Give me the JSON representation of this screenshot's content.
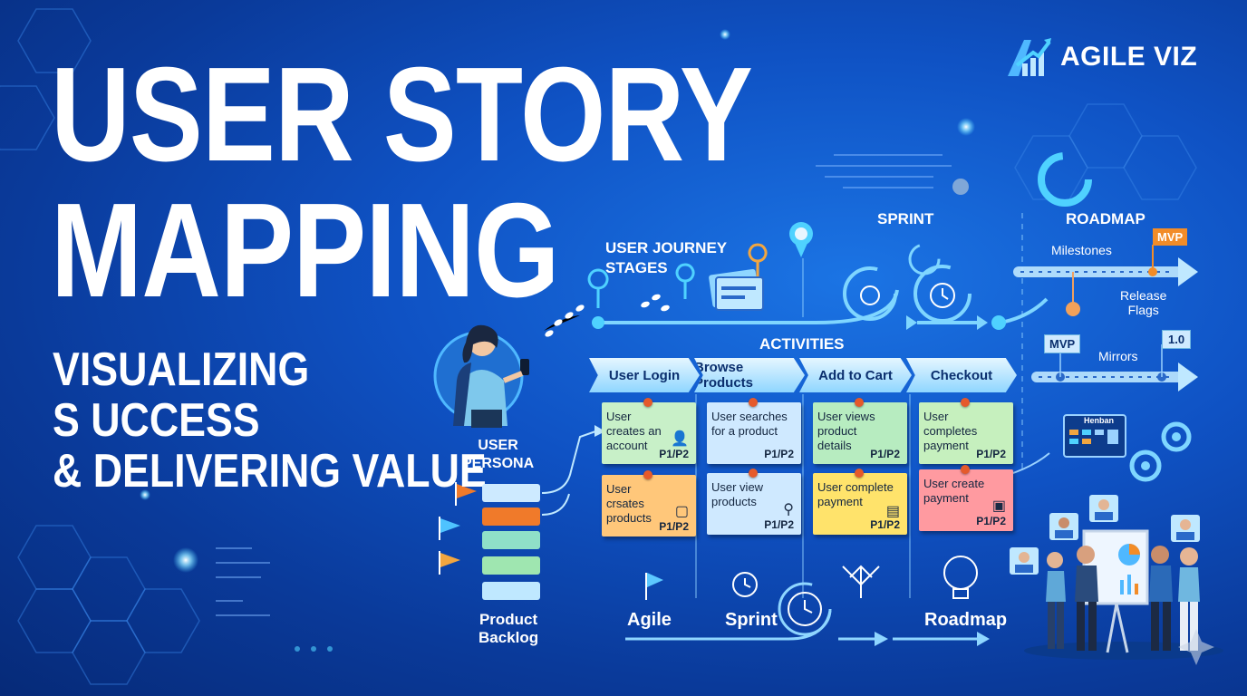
{
  "title": {
    "line1": "USER STORY",
    "line2": "MAPPING"
  },
  "subtitle": "VISUALIZING\nS UCCESS\n& DELIVERING VALUE",
  "logo": {
    "text": "AGILE VIZ"
  },
  "journey": {
    "label": "USER JOURNEY\nSTAGES"
  },
  "sprint_label": "SPRINT",
  "roadmap": {
    "label": "ROADMAP",
    "milestones": "Milestones",
    "mvp_tag": "MVP",
    "release_flags": "Release\nFlags",
    "mvp_tag2": "MVP",
    "mirrors": "Mirrors",
    "version_tag": "1.0"
  },
  "persona": {
    "label": "USER\nPERSONA"
  },
  "backlog": {
    "label": "Product\nBacklog"
  },
  "activities": {
    "label": "ACTIVITIES",
    "items": [
      "User Login",
      "Browse Products",
      "Add to Cart",
      "Checkout"
    ]
  },
  "notes": [
    {
      "text": "User creates an account",
      "priority": "P1/P2",
      "icon": "user-icon",
      "color": "#c8f0c8"
    },
    {
      "text": "User searches for a product",
      "priority": "P1/P2",
      "icon": "",
      "color": "#cfe9ff"
    },
    {
      "text": "User views product details",
      "priority": "P1/P2",
      "icon": "",
      "color": "#b7ecc0"
    },
    {
      "text": "User completes payment",
      "priority": "P1/P2",
      "icon": "",
      "color": "#c6f0be"
    },
    {
      "text": "User crsates products",
      "priority": "P1/P2",
      "icon": "box-icon",
      "color": "#ffc77a"
    },
    {
      "text": "User view products",
      "priority": "P1/P2",
      "icon": "search-icon",
      "color": "#cfe9ff"
    },
    {
      "text": "User complete payment",
      "priority": "P1/P2",
      "icon": "cart-icon",
      "color": "#ffe36b"
    },
    {
      "text": "User create payment",
      "priority": "P1/P2",
      "icon": "card-icon",
      "color": "#ff9aa0"
    }
  ],
  "kanban": {
    "label": "Henban"
  },
  "bottom": {
    "agile": "Agile",
    "sprint": "Sprint",
    "roadmap": "Roadmap"
  },
  "colors": {
    "accent": "#4fd2ff",
    "mvp": "#f28c28",
    "orange": "#f07a2a"
  }
}
